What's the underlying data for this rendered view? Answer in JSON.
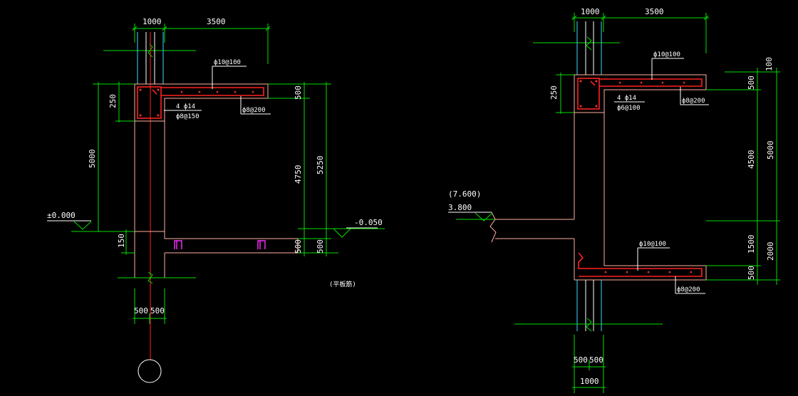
{
  "drawing": {
    "background": "#000000",
    "colors": {
      "dimension": "#00e000",
      "concrete": "#ffb0a0",
      "rebar": "#ff2020",
      "wall": "#40d8ff",
      "text": "#ffffff",
      "magenta": "#ff30ff"
    },
    "left": {
      "dim_top_left": "1000",
      "dim_top_right": "3500",
      "dim_250": "250",
      "dim_5000": "5000",
      "dim_150": "150",
      "dim_500_a": "500",
      "dim_4750": "4750",
      "dim_5250": "5250",
      "dim_500_b": "500",
      "dim_500_c": "500",
      "dim_bottom_left": "500",
      "dim_bottom_right": "500",
      "elev_left": "±0.000",
      "elev_right": "-0.050",
      "rebar_top": "ф10@100",
      "rebar_4f14": "4 ф14",
      "rebar_stirrup": "ф8@150",
      "rebar_mid": "ф8@200",
      "note": "(平板筋)"
    },
    "right": {
      "dim_top_left": "1000",
      "dim_top_right": "3500",
      "dim_250": "250",
      "dim_100": "100",
      "dim_500_top": "500",
      "dim_4500": "4500",
      "dim_5000": "5000",
      "dim_1500": "1500",
      "dim_2000": "2000",
      "dim_500_bot": "500",
      "dim_bottom_left": "500",
      "dim_bottom_right": "500",
      "dim_bottom_total": "1000",
      "elev_top": "(7.600)",
      "elev_bottom": "3.800",
      "rebar_top": "ф10@100",
      "rebar_4f14": "4 ф14",
      "rebar_stirrup": "ф6@100",
      "rebar_mid": "ф8@200",
      "rebar_slab": "ф10@100",
      "rebar_slab_b": "ф8@200"
    }
  }
}
